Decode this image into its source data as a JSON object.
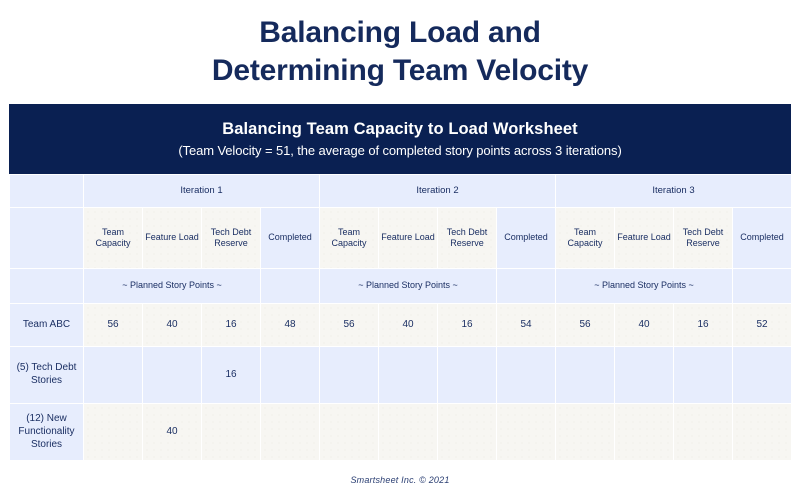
{
  "page_title": {
    "line1": "Balancing Load and",
    "line2": "Determining Team Velocity"
  },
  "banner": {
    "title": "Balancing Team Capacity to Load Worksheet",
    "subtitle": "(Team Velocity = 51, the average of completed story points across 3 iterations)"
  },
  "table": {
    "iterations": [
      {
        "label": "Iteration 1"
      },
      {
        "label": "Iteration 2"
      },
      {
        "label": "Iteration 3"
      }
    ],
    "sub_headers": {
      "team_capacity": "Team Capacity",
      "feature_load": "Feature Load",
      "tech_debt_reserve": "Tech Debt Reserve",
      "completed": "Completed"
    },
    "planned_label": "~ Planned Story Points ~",
    "rows": [
      {
        "label": "Team ABC",
        "cells": [
          "56",
          "40",
          "16",
          "48",
          "56",
          "40",
          "16",
          "54",
          "56",
          "40",
          "16",
          "52"
        ]
      },
      {
        "label": "(5) Tech Debt Stories",
        "cells": [
          "",
          "",
          "16",
          "",
          "",
          "",
          "",
          "",
          "",
          "",
          "",
          ""
        ]
      },
      {
        "label": "(12) New Functionality Stories",
        "cells": [
          "",
          "40",
          "",
          "",
          "",
          "",
          "",
          "",
          "",
          "",
          "",
          ""
        ]
      }
    ]
  },
  "footer": {
    "text": "Smartsheet Inc. © 2021"
  },
  "colors": {
    "navy": "#0A2052",
    "title_navy": "#152A5C",
    "cell_blue": "#E7EDFD",
    "cell_cream": "#F7F6F2",
    "text_navy": "#1B2F63"
  }
}
